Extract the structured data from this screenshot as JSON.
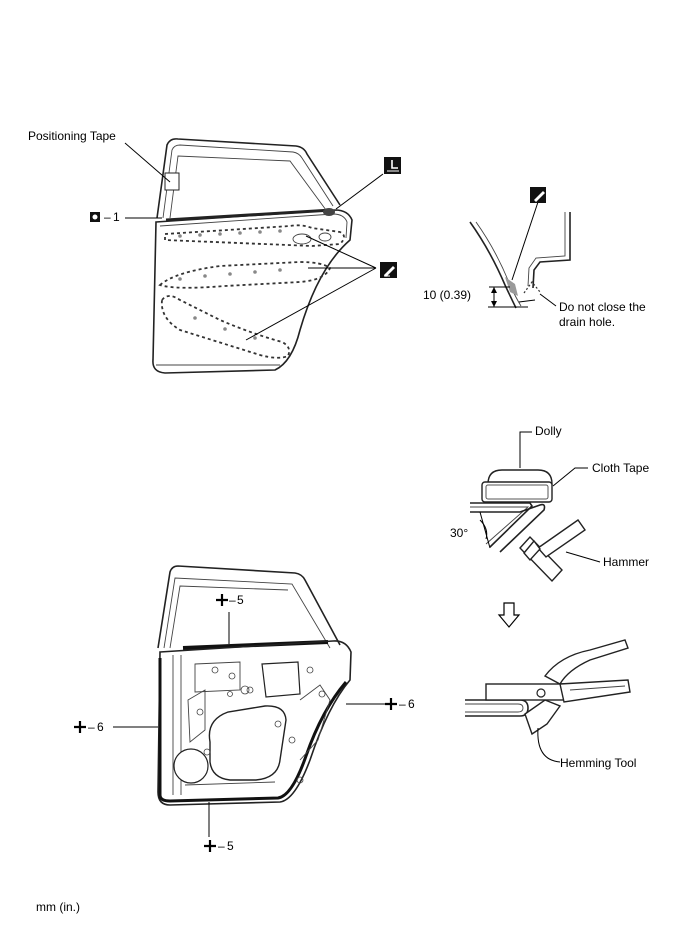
{
  "labels": {
    "positioning_tape": "Positioning Tape",
    "callout_1": "1",
    "dimension": "10 (0.39)",
    "drain_note_line1": "Do not close the",
    "drain_note_line2": "drain hole.",
    "dolly": "Dolly",
    "cloth_tape": "Cloth Tape",
    "angle": "30°",
    "hammer": "Hammer",
    "hemming_tool": "Hemming Tool",
    "callout_5_top": "5",
    "callout_5_bottom": "5",
    "callout_6_left": "6",
    "callout_6_right": "6",
    "units": "mm (in.)"
  },
  "icons": {
    "replace_part": "square-dot-icon",
    "sealer": "sealer-pen-icon",
    "adhesive": "adhesive-application-icon",
    "weld_point": "plus-cross-icon",
    "direction_arrow": "down-arrow-icon"
  }
}
